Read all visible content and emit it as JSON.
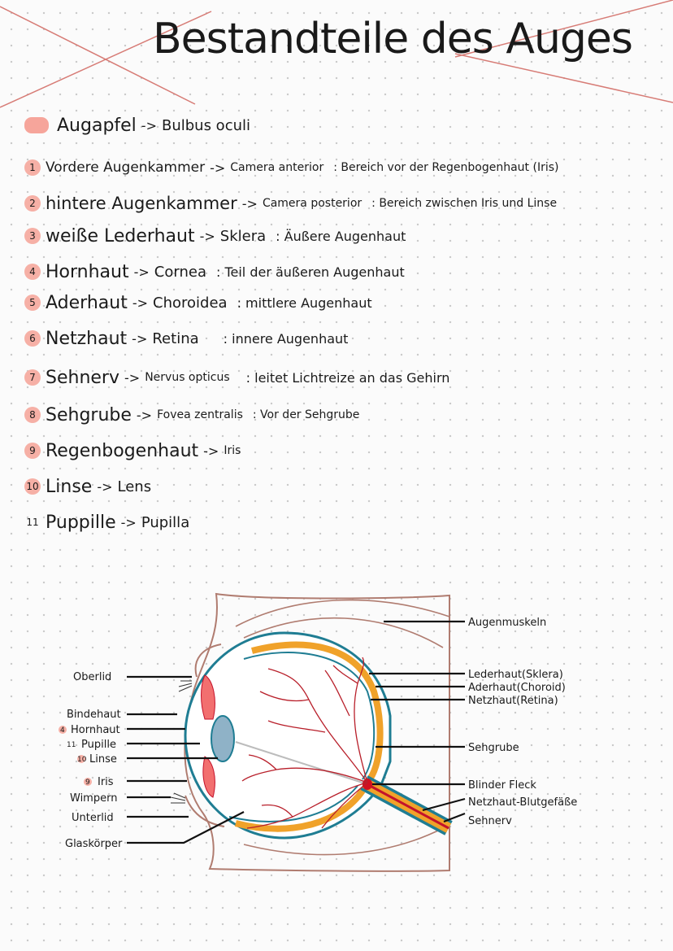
{
  "title": "Bestandteile des Auges",
  "colors": {
    "accent": "#f6b0a6",
    "orange": "#f0a22a",
    "blue": "#1f7d93",
    "red": "#c4122b",
    "frame": "#b07c70"
  },
  "legend": {
    "header": {
      "term": "Augapfel",
      "arrow": "->",
      "latin": "Bulbus oculi"
    },
    "items": [
      {
        "num": "1",
        "term": "Vordere Augenkammer",
        "arrow": "->",
        "latin": "Camera anterior",
        "desc": ": Bereich vor der Regenbogenhaut (Iris)"
      },
      {
        "num": "2",
        "term": "hintere Augenkammer",
        "arrow": "->",
        "latin": "Camera posterior",
        "desc": ": Bereich zwischen Iris und Linse"
      },
      {
        "num": "3",
        "term": "weiße Lederhaut",
        "arrow": "->",
        "latin": "Sklera",
        "desc": ": Äußere Augenhaut"
      },
      {
        "num": "4",
        "term": "Hornhaut",
        "arrow": "->",
        "latin": "Cornea",
        "desc": ": Teil der äußeren Augenhaut"
      },
      {
        "num": "5",
        "term": "Aderhaut",
        "arrow": "->",
        "latin": "Choroidea",
        "desc": ": mittlere Augenhaut"
      },
      {
        "num": "6",
        "term": "Netzhaut",
        "arrow": "->",
        "latin": "Retina",
        "desc": ": innere Augenhaut"
      },
      {
        "num": "7",
        "term": "Sehnerv",
        "arrow": "->",
        "latin": "Nervus opticus",
        "desc": ": leitet Lichtreize an das Gehirn"
      },
      {
        "num": "8",
        "term": "Sehgrube",
        "arrow": "->",
        "latin": "Fovea zentralis",
        "desc": ": Vor der Sehgrube"
      },
      {
        "num": "9",
        "term": "Regenbogenhaut",
        "arrow": "->",
        "latin": "Iris",
        "desc": ""
      },
      {
        "num": "10",
        "term": "Linse",
        "arrow": "->",
        "latin": "Lens",
        "desc": ""
      },
      {
        "num": "11",
        "term": "Puppille",
        "arrow": "->",
        "latin": "Pupilla",
        "desc": ""
      }
    ]
  },
  "diagram": {
    "labels_left": [
      {
        "num": "",
        "text": "Oberlid"
      },
      {
        "num": "",
        "text": "Bindehaut"
      },
      {
        "num": "4",
        "text": "Hornhaut"
      },
      {
        "num": "11",
        "text": "Pupille"
      },
      {
        "num": "10",
        "text": "Linse"
      },
      {
        "num": "9",
        "text": "Iris"
      },
      {
        "num": "",
        "text": "Wimpern"
      },
      {
        "num": "",
        "text": "Unterlid"
      },
      {
        "num": "",
        "text": "Glaskörper"
      }
    ],
    "labels_right": [
      {
        "text": "Augenmuskeln"
      },
      {
        "text": "Lederhaut(Sklera)"
      },
      {
        "text": "Aderhaut(Choroid)"
      },
      {
        "text": "Netzhaut(Retina)"
      },
      {
        "text": "Sehgrube"
      },
      {
        "text": "Blinder Fleck"
      },
      {
        "text": "Netzhaut-Blutgefäße"
      },
      {
        "text": "Sehnerv"
      }
    ]
  }
}
